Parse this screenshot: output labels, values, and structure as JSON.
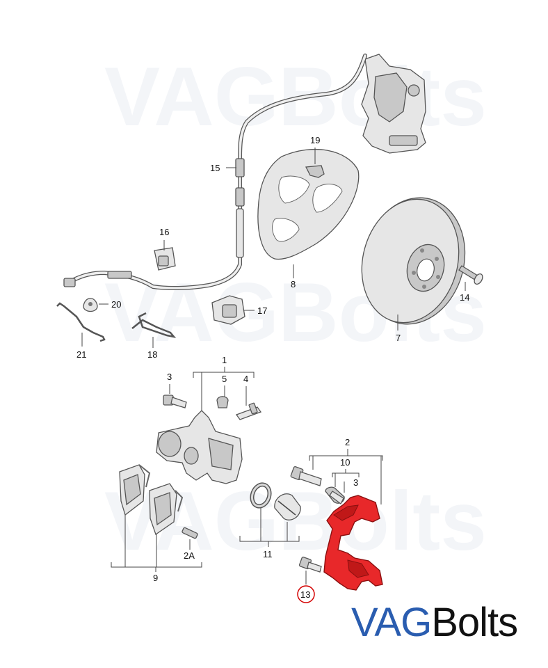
{
  "watermark": {
    "left": "VAG",
    "right": "Bolts"
  },
  "brand": {
    "part1": "VAG",
    "part2": "Bolts",
    "color1": "#2a5db0",
    "color2": "#111111"
  },
  "highlight_color": "#e8282a",
  "callouts": {
    "c1": "1",
    "c2": "2",
    "c2a": "2A",
    "c3a": "3",
    "c3b": "3",
    "c4": "4",
    "c5": "5",
    "c7": "7",
    "c8": "8",
    "c9": "9",
    "c10": "10",
    "c11": "11",
    "c13": "13",
    "c14": "14",
    "c15": "15",
    "c16": "16",
    "c17": "17",
    "c18": "18",
    "c19": "19",
    "c20": "20",
    "c21": "21"
  }
}
